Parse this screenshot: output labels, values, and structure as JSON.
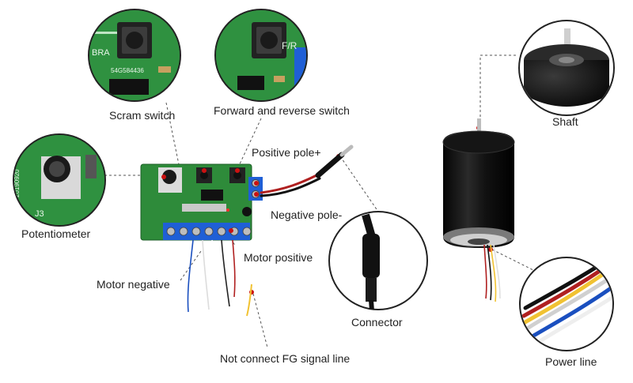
{
  "labels": {
    "scram_switch": "Scram switch",
    "forward_reverse_switch": "Forward and reverse switch",
    "positive_pole": "Positive pole+",
    "negative_pole": "Negative pole-",
    "potentiometer": "Potentiometer",
    "motor_positive": "Motor positive",
    "motor_negative": "Motor negative",
    "not_connect_fg": "Not connect FG signal line",
    "connector": "Connector",
    "shaft": "Shaft",
    "power_line": "Power line"
  },
  "board_markings": {
    "chip_code": "54G584436",
    "bra": "BRA",
    "fr": "F/R",
    "j3": "J3",
    "board_id": "20190920"
  },
  "colors": {
    "pcb_green": "#2e8b3a",
    "terminal_blue": "#1f5fd6",
    "motor_black": "#111111",
    "callout_dot": "#cc1111"
  }
}
